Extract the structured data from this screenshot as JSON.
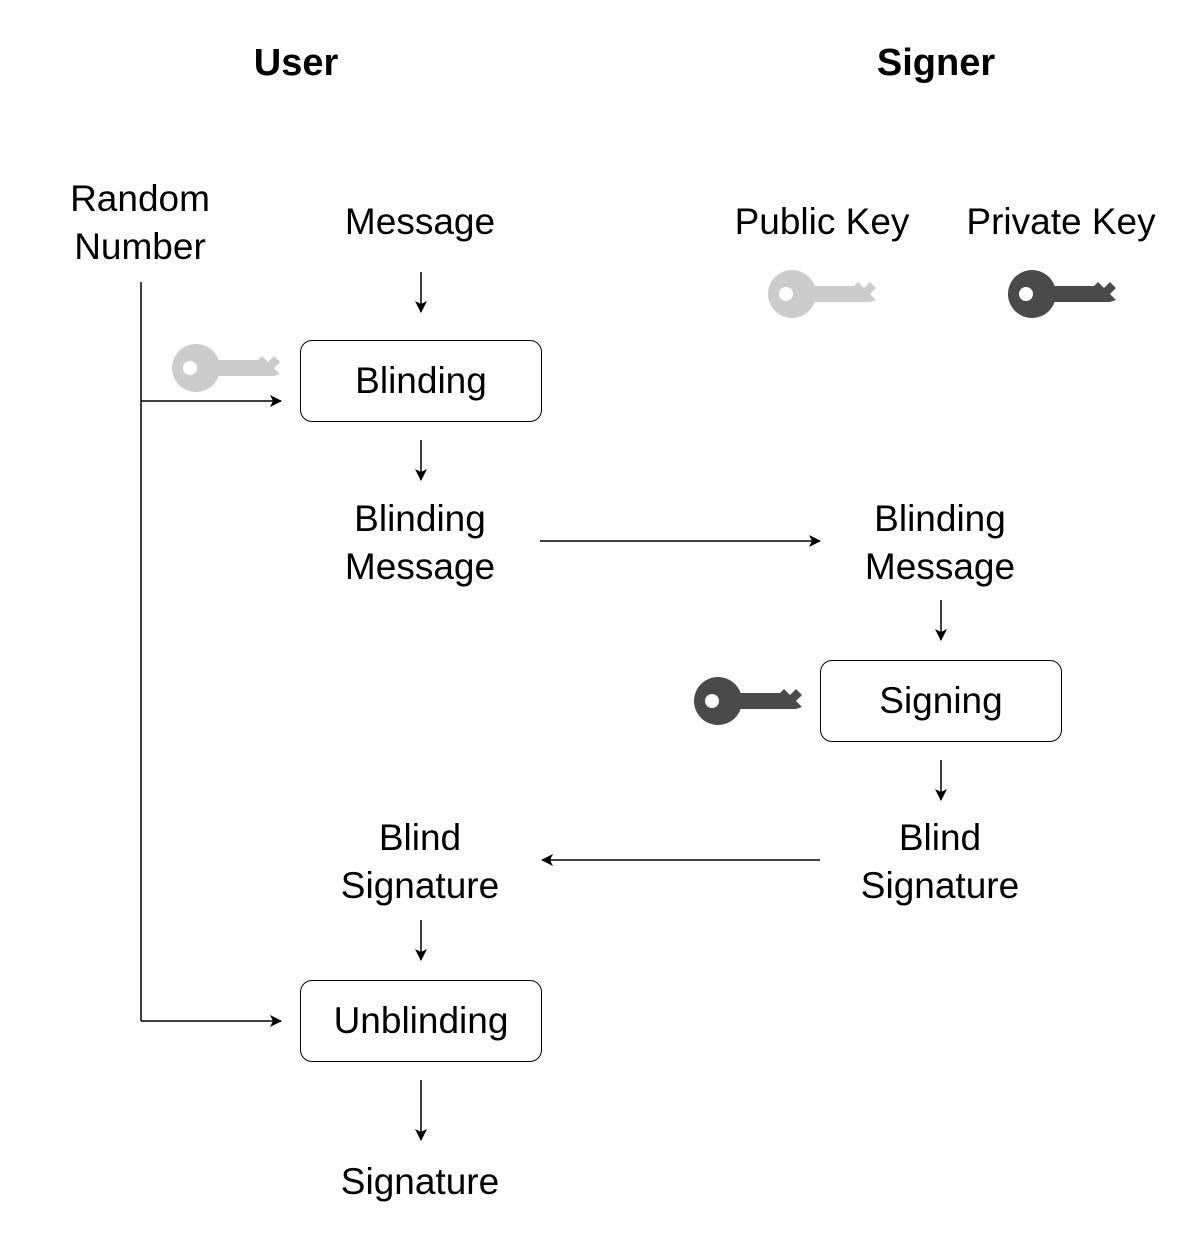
{
  "headings": {
    "user": "User",
    "signer": "Signer"
  },
  "labels": {
    "random_number_line1": "Random",
    "random_number_line2": "Number",
    "message": "Message",
    "public_key": "Public Key",
    "private_key": "Private Key",
    "user_blinding_message_line1": "Blinding",
    "user_blinding_message_line2": "Message",
    "signer_blinding_message_line1": "Blinding",
    "signer_blinding_message_line2": "Message",
    "signer_blind_signature_line1": "Blind",
    "signer_blind_signature_line2": "Signature",
    "user_blind_signature_line1": "Blind",
    "user_blind_signature_line2": "Signature",
    "signature": "Signature"
  },
  "boxes": {
    "blinding": "Blinding",
    "signing": "Signing",
    "unblinding": "Unblinding"
  },
  "colors": {
    "public_key": "#cccccc",
    "private_key": "#4a4a4a",
    "line": "#000000"
  },
  "icons": {
    "public_key_legend": "key-icon",
    "private_key_legend": "key-icon",
    "blinding_key": "key-icon",
    "signing_key": "key-icon"
  }
}
